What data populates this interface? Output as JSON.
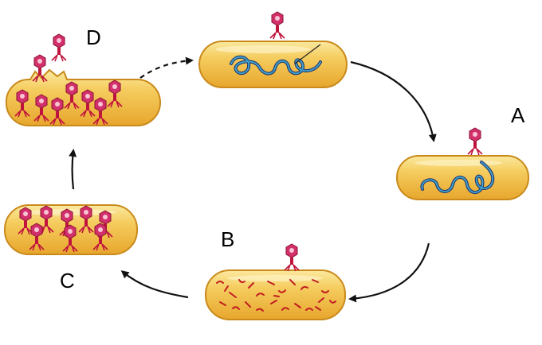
{
  "labels": {
    "a": "A",
    "b": "B",
    "c": "C",
    "d": "D"
  },
  "colors": {
    "cell_fill": "#f2c14e",
    "cell_highlight": "#fce9a6",
    "cell_outline": "#c98a1b",
    "dna_blue": "#2f7fb0",
    "dna_dark": "#1c2f6e",
    "phage_pink": "#d2306a",
    "phage_red": "#c0143c",
    "fragment_red": "#c21d22",
    "arrow": "#111111"
  }
}
